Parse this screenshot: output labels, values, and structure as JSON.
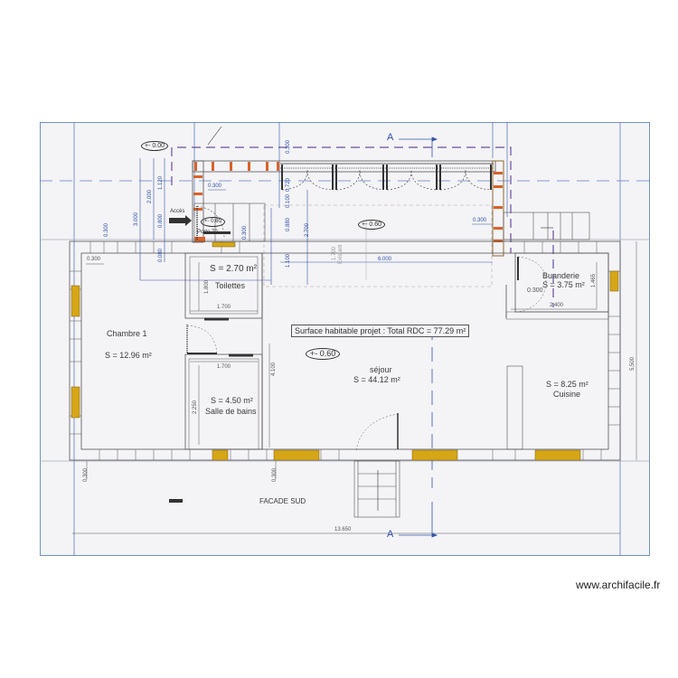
{
  "plan": {
    "title_note": "Surface habitable projet : Total RDC = 77.29 m²",
    "facade_label": "FACADE SUD",
    "section_marker": "A",
    "access_label": "Accès",
    "door_label": "Porte 70",
    "existing_label": "Existant",
    "levels": {
      "exterior": "+- 0.00",
      "entry": "+- 0.60",
      "terrace": "+- 0.60",
      "sejour": "+- 0.60"
    },
    "rooms": [
      {
        "name": "Chambre 1",
        "area": "S = 12.96 m²"
      },
      {
        "name": "Toilettes",
        "area": "S = 2.70 m²"
      },
      {
        "name": "Salle de bains",
        "area": "S = 4.50 m²"
      },
      {
        "name": "séjour",
        "area": "S = 44.12 m²"
      },
      {
        "name": "Buanderie",
        "area": "S = 3.75 m²"
      },
      {
        "name": "Cuisine",
        "area": "S = 8.25 m²"
      }
    ],
    "dimensions": {
      "total_width": "13.650",
      "total_depth": "5.500",
      "terrace_width": "6.000",
      "wall_left": "0.300",
      "wall_left_top": "0.300",
      "wall_facade_left": "0.300",
      "wall_facade_mid": "0.300",
      "wall_top_terrace": "0.300",
      "wall_right_terrace": "0.300",
      "buanderie_wall": "0.300",
      "buanderie_width": "2.400",
      "buanderie_depth": "1.465",
      "toilettes_width": "1.700",
      "toilettes_depth": "1.800",
      "sdb_width": "1.700",
      "sdb_depth": "2.250",
      "sejour_depth": "4.100",
      "access_h_total": "3.000",
      "access_h_2": "2.000",
      "access_h_1120": "1.120",
      "access_h_0800": "0.800",
      "access_h_0080": "0.080",
      "terrace_h": "2.700",
      "terrace_h_1100": "1.100",
      "terrace_0880": "0.880",
      "terrace_0100": "0.100",
      "terrace_0720": "0.720",
      "terrace_0300": "0.300",
      "existing_1700": "1.700",
      "corridor_0300": "0.300"
    }
  },
  "footer": {
    "watermark": "www.archifacile.fr"
  },
  "colors": {
    "wall": "#555555",
    "window": "#d6a617",
    "brick": "#d9622b",
    "dim_line": "#3355aa",
    "sheet_border": "#6f93c4",
    "paper": "#f4f3f6"
  }
}
